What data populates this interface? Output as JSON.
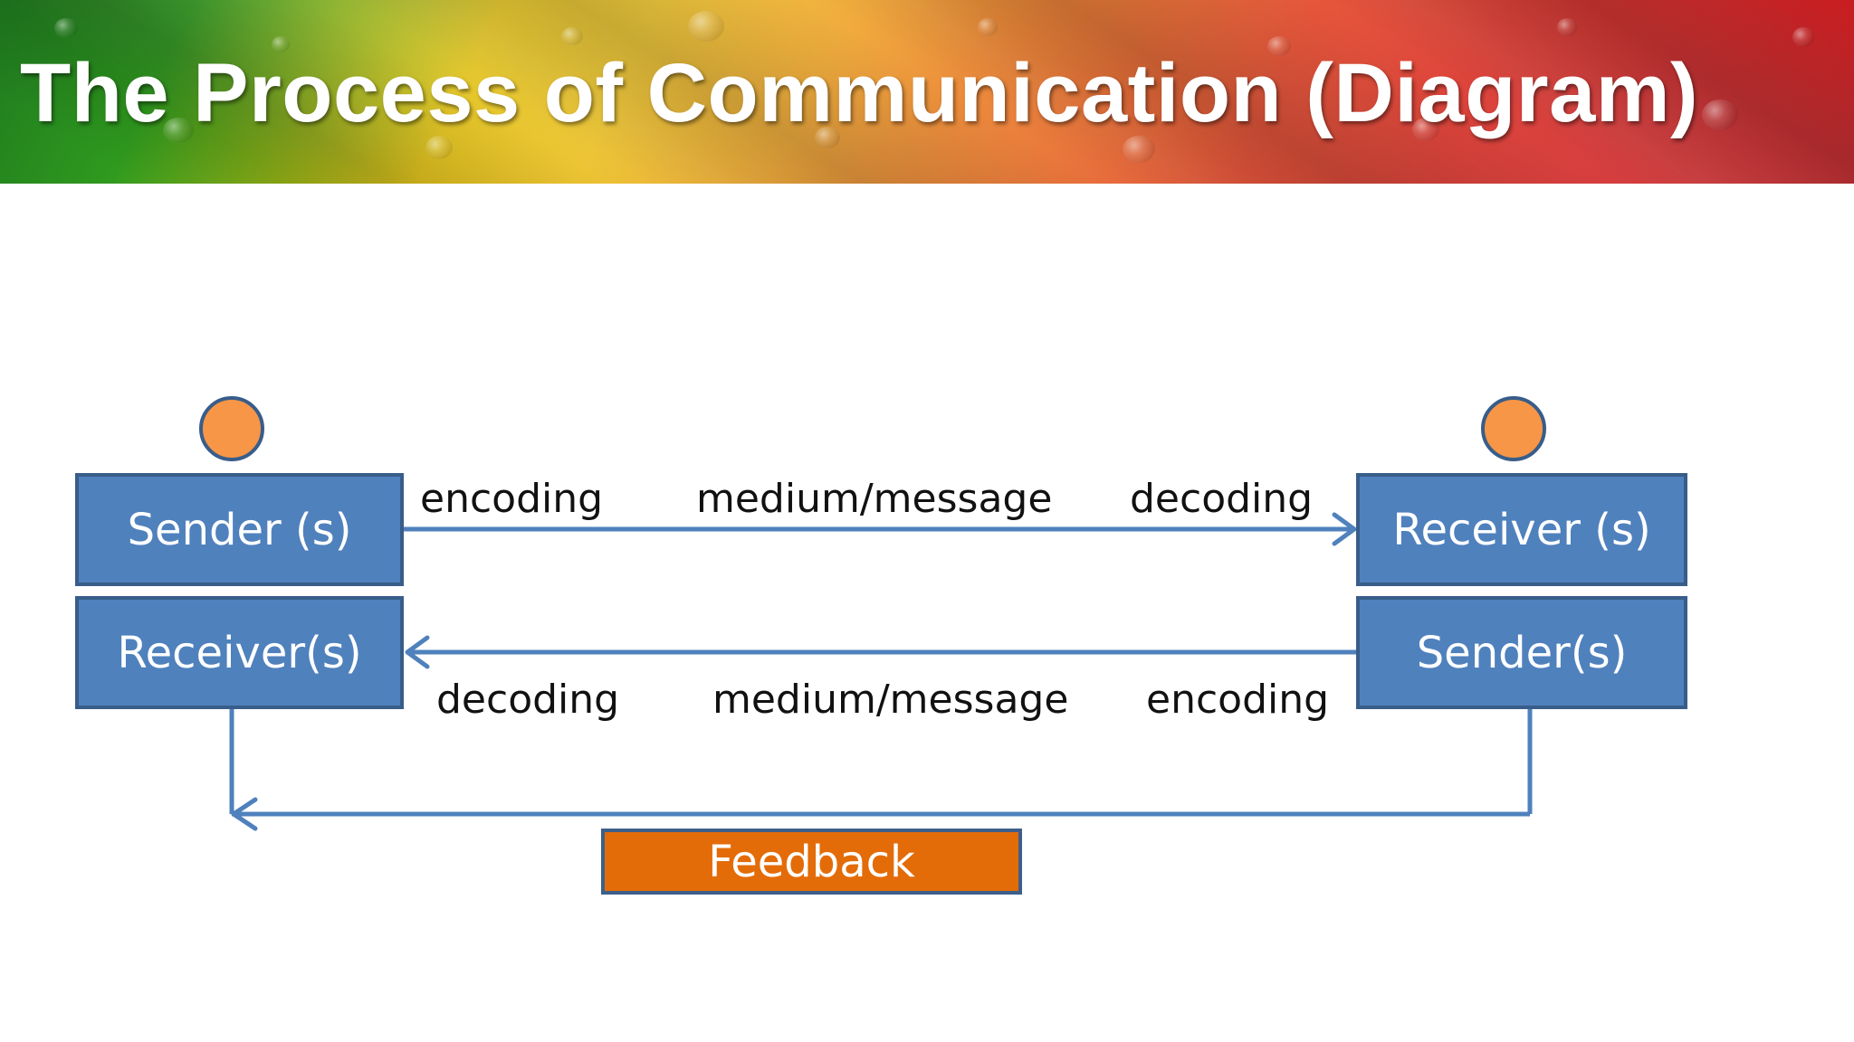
{
  "slide": {
    "title": "The Process of Communication (Diagram)"
  },
  "diagram": {
    "top_left_box": "Sender (s)",
    "top_right_box": "Receiver (s)",
    "bottom_left_box": "Receiver(s)",
    "bottom_right_box": "Sender(s)",
    "feedback_box": "Feedback",
    "forward_labels": [
      "encoding",
      "medium/message",
      "decoding"
    ],
    "return_labels": [
      "decoding",
      "medium/message",
      "encoding"
    ],
    "colors": {
      "box_fill": "#4f81bd",
      "box_border": "#385d8a",
      "person_fill": "#f79646",
      "feedback_fill": "#e36c09",
      "arrow": "#4f81bd"
    }
  }
}
